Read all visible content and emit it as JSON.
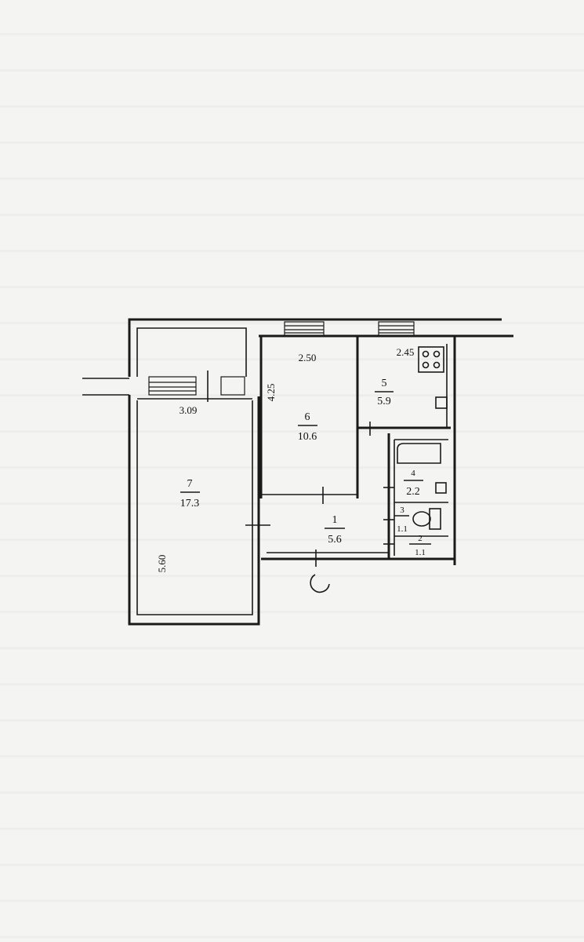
{
  "rooms": [
    {
      "number": "7",
      "area": "17.3"
    },
    {
      "number": "6",
      "area": "10.6"
    },
    {
      "number": "5",
      "area": "5.9"
    },
    {
      "number": "4",
      "area": "2.2"
    },
    {
      "number": "3",
      "area": "1.1"
    },
    {
      "number": "2",
      "area": "1.1"
    },
    {
      "number": "1",
      "area": "5.6"
    }
  ],
  "dimensions": {
    "room7_width": "3.09",
    "room7_length": "5.60",
    "room6_width": "2.50",
    "room6_length": "4.25",
    "room5_width": "2.45"
  },
  "icons": [
    "stove-icon",
    "bathtub-icon",
    "toilet-icon",
    "entrance-icon"
  ]
}
